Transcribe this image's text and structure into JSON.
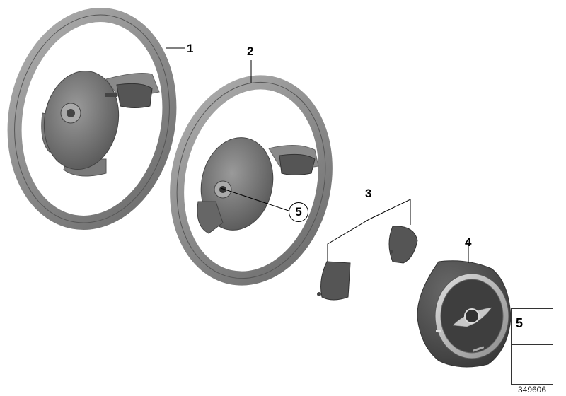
{
  "diagram": {
    "title": "Steering wheel parts exploded view",
    "diagram_number": "349606",
    "callouts": [
      {
        "label": "1",
        "part": "steering-wheel-1"
      },
      {
        "label": "2",
        "part": "steering-wheel-2"
      },
      {
        "label": "3",
        "part": "trim-covers"
      },
      {
        "label": "4",
        "part": "airbag-module"
      },
      {
        "label": "5",
        "part": "screw"
      }
    ],
    "legend": {
      "item_label": "5",
      "item_part": "screw"
    },
    "colors": {
      "wheel_gray": "#8a8a8a",
      "wheel_dark": "#5a5a5a",
      "airbag_dark": "#4a4a4a",
      "logo_silver": "#c8c8c8",
      "line": "#000000"
    }
  }
}
